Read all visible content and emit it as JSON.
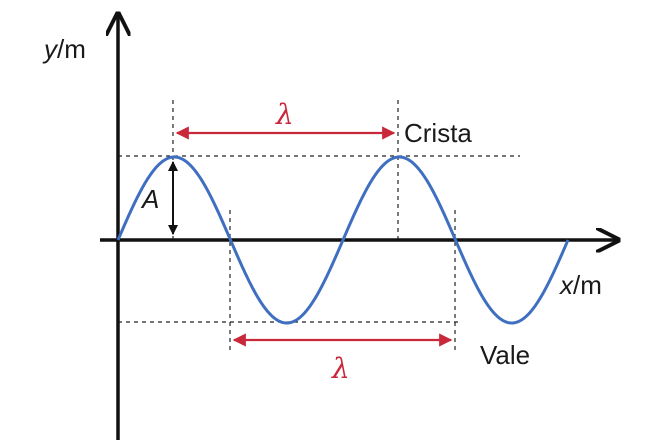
{
  "labels": {
    "y_axis_var": "y",
    "y_axis_unit": "/m",
    "x_axis_var": "x",
    "x_axis_unit": "/m",
    "amplitude": "A",
    "crest": "Crista",
    "trough": "Vale",
    "wavelength_top": "λ",
    "wavelength_bottom": "λ"
  },
  "colors": {
    "wave": "#3f6fc0",
    "axis": "#111111",
    "guide": "#222222",
    "wavelength_arrow": "#c8283a"
  }
}
